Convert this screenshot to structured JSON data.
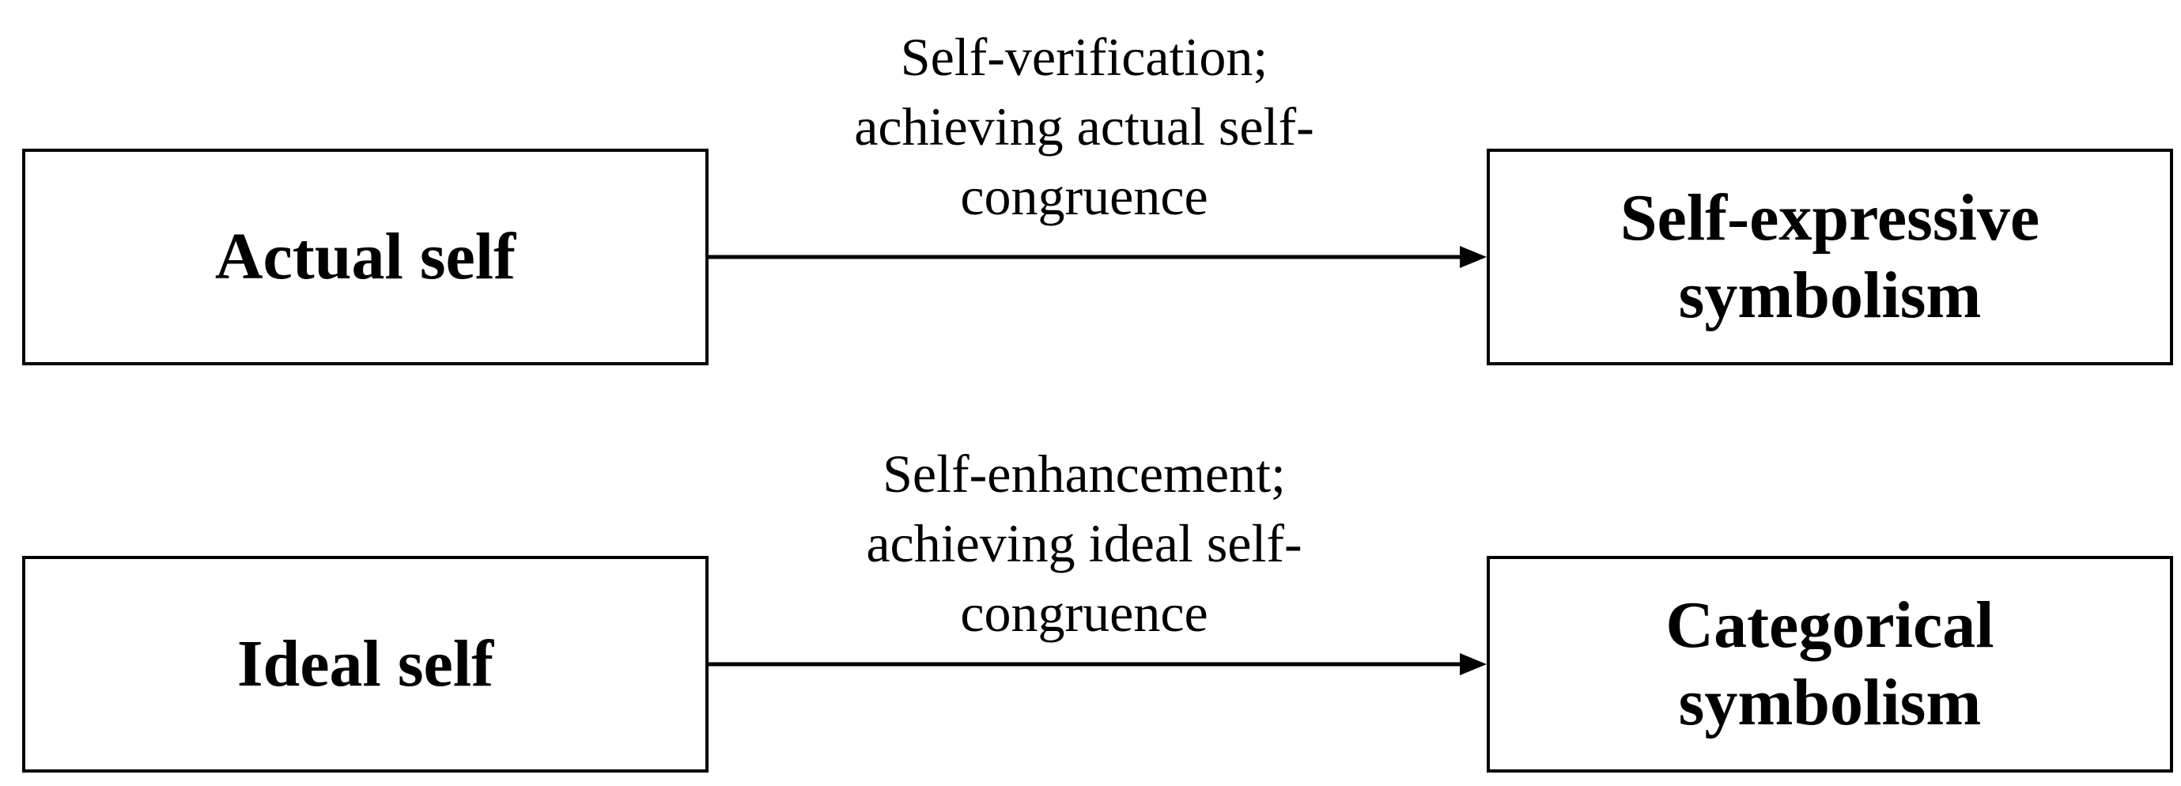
{
  "nodes": {
    "actual_self": "Actual self",
    "ideal_self": "Ideal self",
    "self_expressive": [
      "Self-expressive",
      "symbolism"
    ],
    "categorical": [
      "Categorical",
      "symbolism"
    ]
  },
  "edges": {
    "top": [
      "Self-verification;",
      "achieving actual self-",
      "congruence"
    ],
    "bottom": [
      "Self-enhancement;",
      "achieving ideal self-",
      "congruence"
    ]
  }
}
